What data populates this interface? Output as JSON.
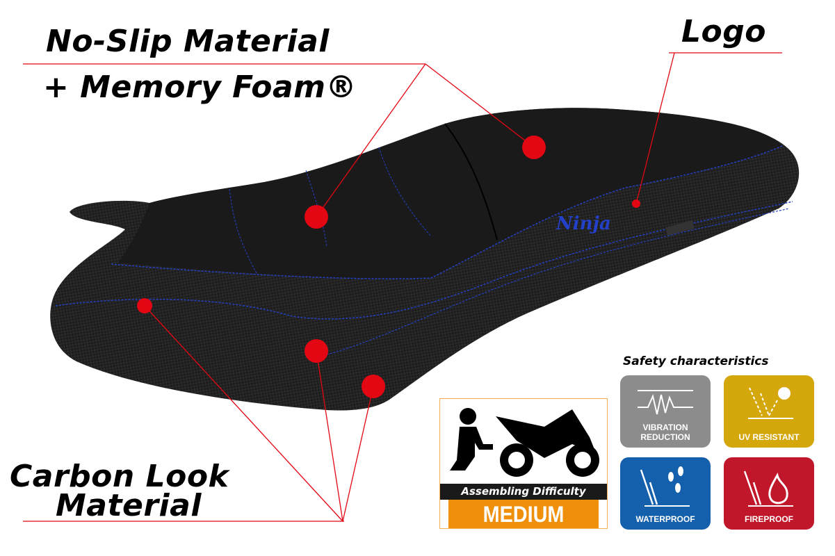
{
  "callouts": {
    "no_slip_line1": "No-Slip Material",
    "no_slip_line2": "+ Memory Foam®",
    "logo": "Logo",
    "carbon_line1": "Carbon Look",
    "carbon_line2": "Material"
  },
  "seat": {
    "brand_stitch": "Ninja"
  },
  "difficulty": {
    "label": "Assembling Difficulty",
    "level": "MEDIUM"
  },
  "safety": {
    "title": "Safety characteristics",
    "items": [
      {
        "label_line1": "VIBRATION",
        "label_line2": "REDUCTION",
        "color": "#8c8c8c",
        "icon": "vibration-icon"
      },
      {
        "label_line1": "UV RESISTANT",
        "label_line2": "",
        "color": "#d4a70c",
        "icon": "sun-icon"
      },
      {
        "label_line1": "WATERPROOF",
        "label_line2": "",
        "color": "#1560ac",
        "icon": "water-drops-icon"
      },
      {
        "label_line1": "FIREPROOF",
        "label_line2": "",
        "color": "#c0172a",
        "icon": "flame-icon"
      }
    ]
  },
  "colors": {
    "callout_red": "#e30613",
    "stitch_blue": "#2340c8",
    "seat_black": "#141414"
  }
}
